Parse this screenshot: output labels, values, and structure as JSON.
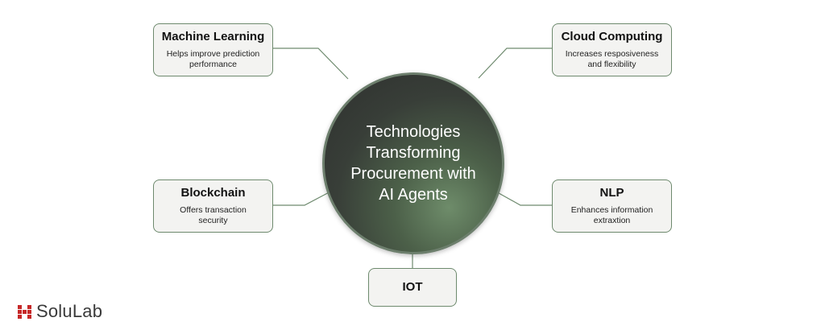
{
  "hub": {
    "lines": [
      "Technologies",
      "Transforming",
      "Procurement with",
      "AI Agents"
    ]
  },
  "nodes": {
    "machine_learning": {
      "title": "Machine Learning",
      "desc_lines": [
        "Helps improve prediction",
        "performance"
      ]
    },
    "cloud_computing": {
      "title": "Cloud Computing",
      "desc_lines": [
        "Increases resposiveness",
        "and flexibility"
      ]
    },
    "blockchain": {
      "title": "Blockchain",
      "desc_lines": [
        "Offers transaction",
        "security"
      ]
    },
    "nlp": {
      "title": "NLP",
      "desc_lines": [
        "Enhances information",
        "extraxtion"
      ]
    },
    "iot": {
      "title": "IOT"
    }
  },
  "brand": {
    "name": "SoluLab"
  },
  "colors": {
    "accent": "#6e8a6e",
    "card_bg": "#f3f3f1",
    "hub_dark": "#2e302e",
    "logo_red": "#c62828"
  }
}
